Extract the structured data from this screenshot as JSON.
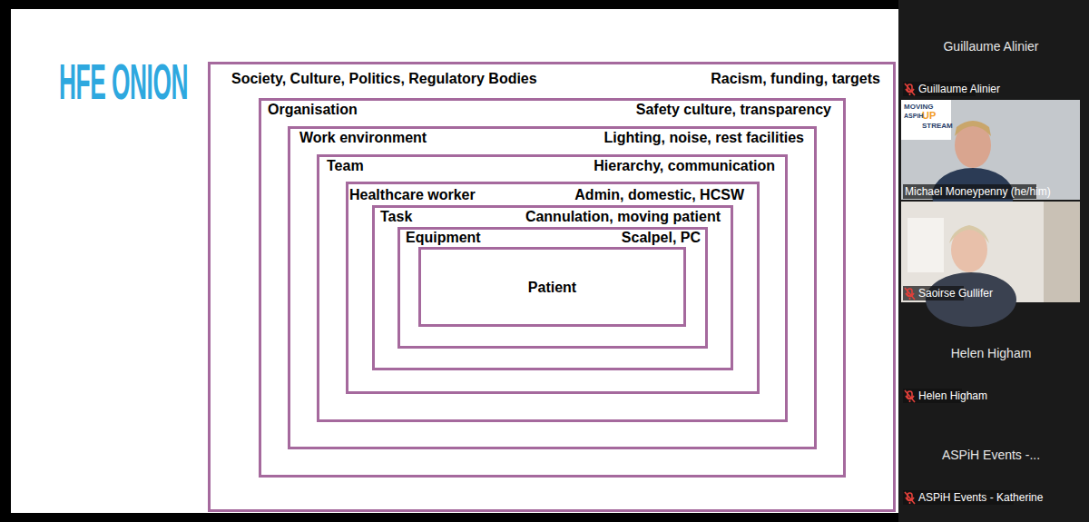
{
  "diagram": {
    "title": "HFE ONION",
    "nodes": [
      {
        "text": [
          "Society, Culture, Politics, Regulatory Bodies",
          "Racism, funding, targets"
        ]
      },
      {
        "text": [
          "Organisation",
          "Safety culture, transparency"
        ],
        "in": 0
      },
      {
        "text": [
          "Work environment",
          "Lighting, noise, rest facilities"
        ],
        "in": 1
      },
      {
        "text": [
          "Team",
          "Hierarchy, communication"
        ],
        "in": 2
      },
      {
        "text": [
          "Healthcare worker",
          "Admin, domestic, HCSW"
        ],
        "in": 3
      },
      {
        "text": [
          "Task",
          "Cannulation, moving patient"
        ],
        "in": 4
      },
      {
        "text": [
          "Equipment",
          "Scalpel, PC"
        ],
        "in": 5
      },
      {
        "text": [
          "Patient"
        ],
        "in": 6
      }
    ],
    "labels": [
      "Guillaume Alinier",
      "Guillaume Alinier",
      "MOVING",
      "UP",
      "STREAM",
      "ASPiH",
      "Michael Moneypenny (he/him)",
      "Saoirse Gullifer",
      "Helen Higham",
      "Helen Higham",
      "ASPiH Events -...",
      "ASPiH Events - Katherine"
    ]
  }
}
